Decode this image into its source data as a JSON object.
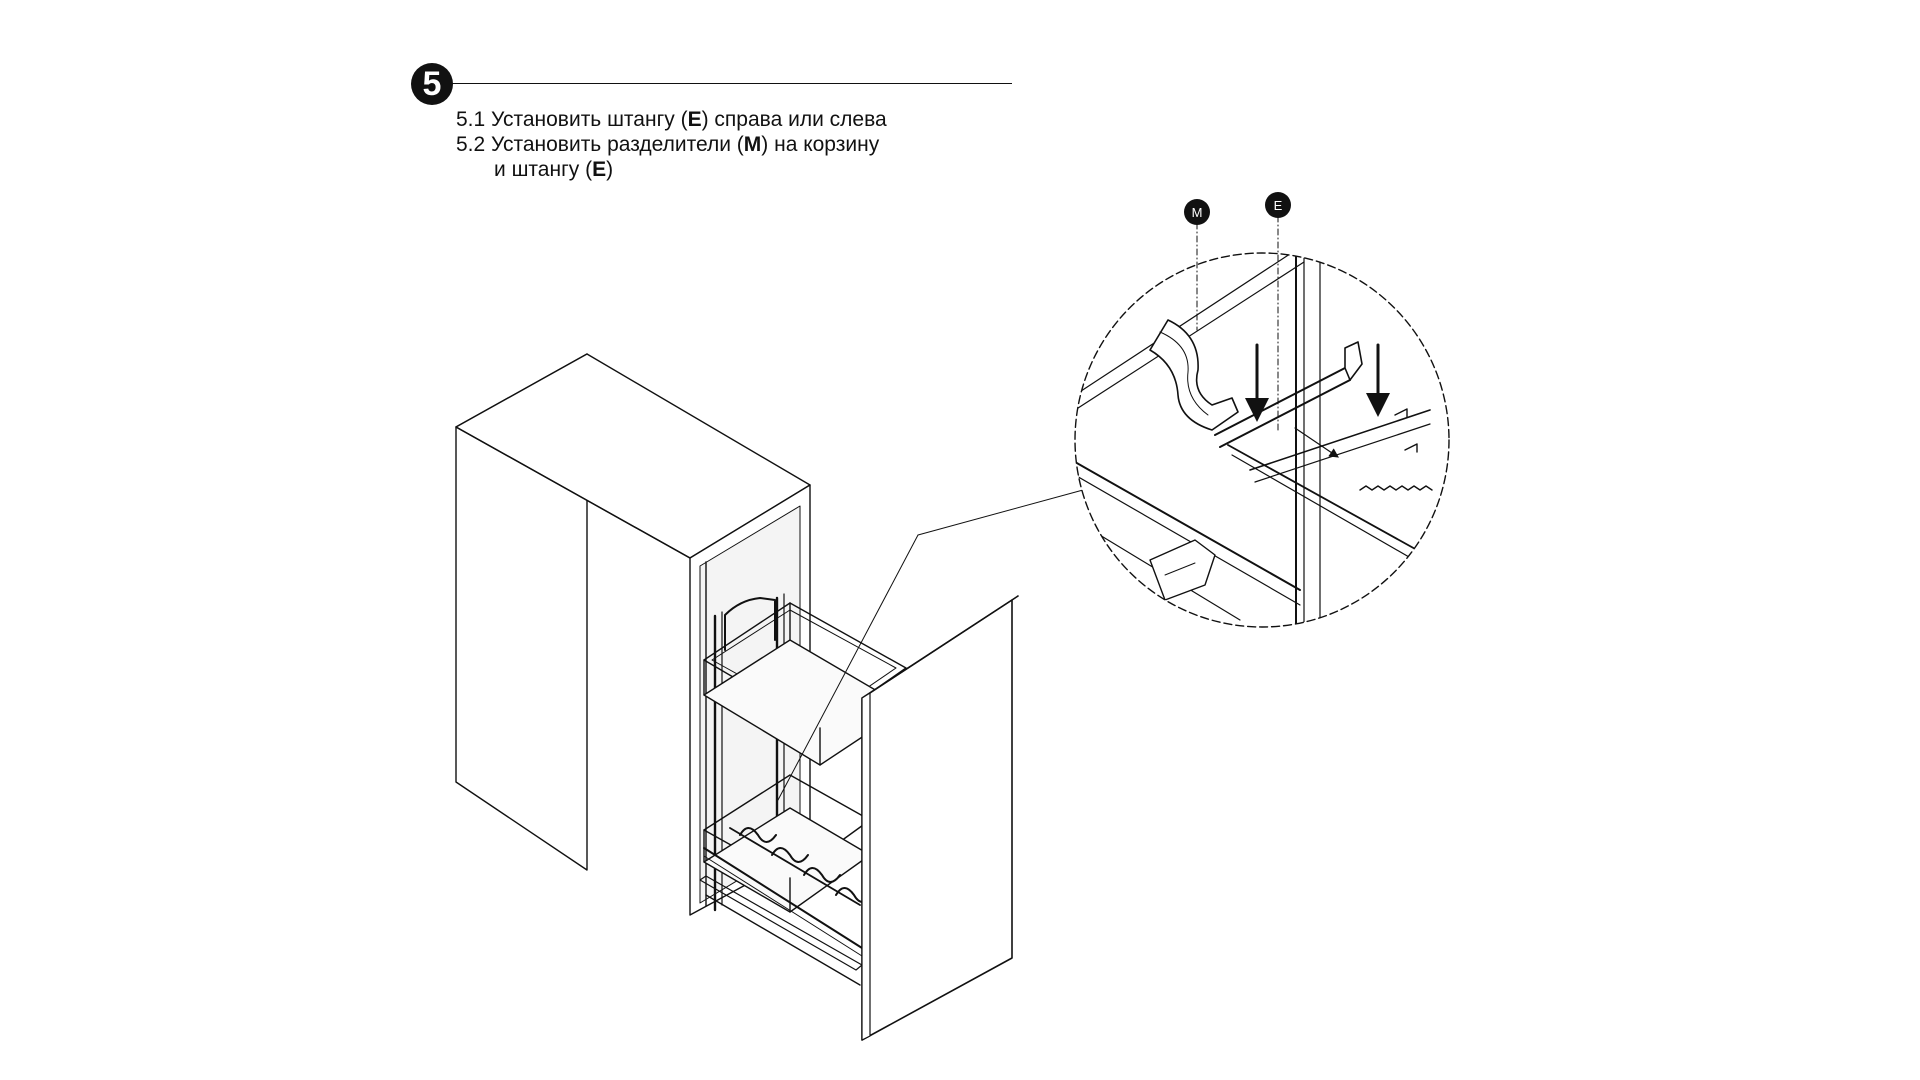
{
  "step": {
    "number": "5"
  },
  "instructions": {
    "line1": {
      "prefix": "5.1 Установить штангу (",
      "bold": "E",
      "suffix": ") справа или слева"
    },
    "line2": {
      "prefix": "5.2 Установить разделители (",
      "bold": "M",
      "suffix": ") на корзину"
    },
    "line3": {
      "prefix": "и штангу (",
      "bold": "E",
      "suffix": ")"
    }
  },
  "callouts": {
    "m_label": "M",
    "e_label": "E"
  },
  "colors": {
    "ink": "#111111",
    "background": "#ffffff",
    "panel_shade": "#f4f4f4"
  }
}
